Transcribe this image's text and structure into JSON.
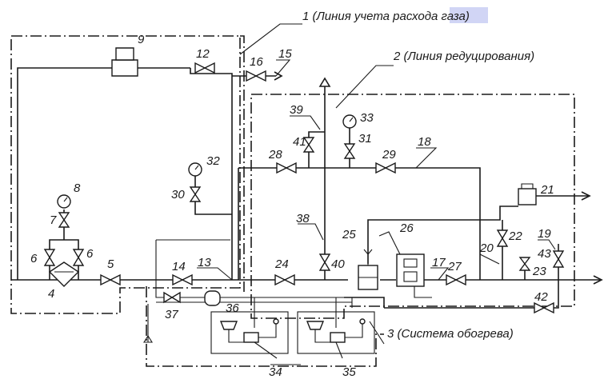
{
  "captions": {
    "metering_line": "1 (Линия учета расхода газа)",
    "reduction_line": "2 (Линия редуцирования)",
    "heating_system": "3 (Система обогрева)"
  },
  "numbers": {
    "n4": "4",
    "n5": "5",
    "n6a": "6",
    "n6b": "6",
    "n7": "7",
    "n8": "8",
    "n9": "9",
    "n12": "12",
    "n13": "13",
    "n14": "14",
    "n15": "15",
    "n16": "16",
    "n17": "17",
    "n18": "18",
    "n19": "19",
    "n20": "20",
    "n21": "21",
    "n22": "22",
    "n23": "23",
    "n24": "24",
    "n25": "25",
    "n26": "26",
    "n27": "27",
    "n28": "28",
    "n29": "29",
    "n30": "30",
    "n31": "31",
    "n32": "32",
    "n33": "33",
    "n34": "34",
    "n35": "35",
    "n36": "36",
    "n37": "37",
    "n38": "38",
    "n39": "39",
    "n40": "40",
    "n41": "41",
    "n42": "42",
    "n43": "43"
  },
  "colors": {
    "line": "#1a1a1a",
    "highlight": "#b9bff0"
  }
}
